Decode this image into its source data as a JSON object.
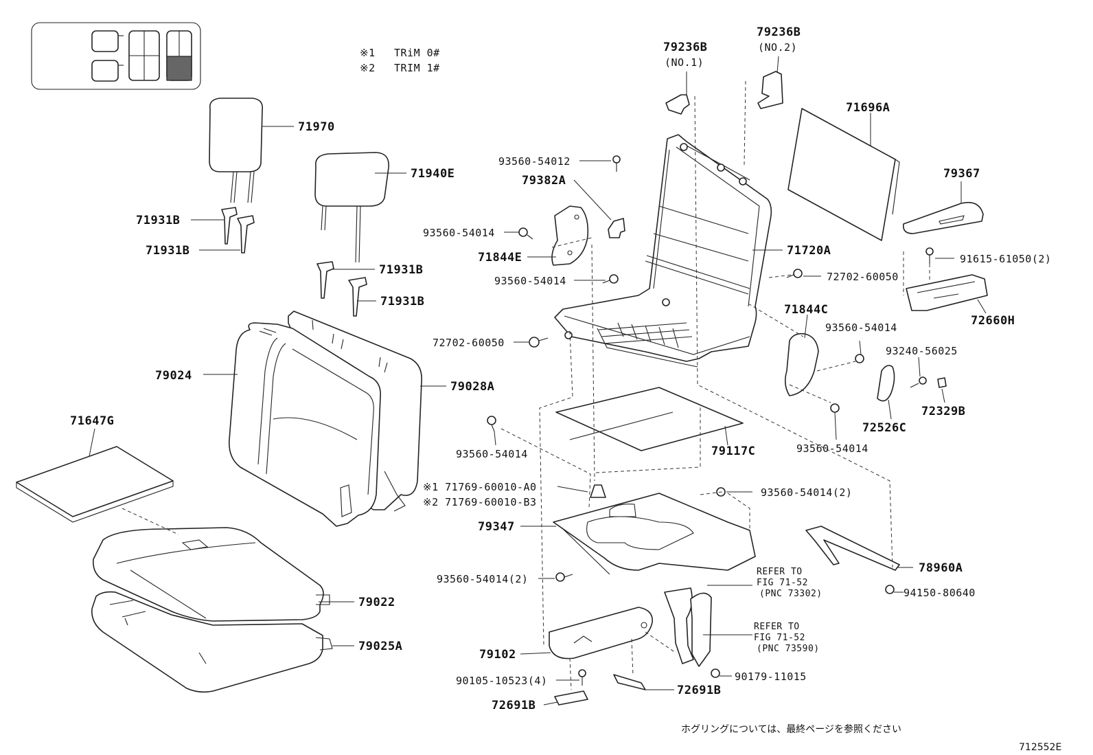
{
  "trim_notes": [
    {
      "mark": "※1",
      "text": "TRiM 0#"
    },
    {
      "mark": "※2",
      "text": "TRIM 1#"
    }
  ],
  "parts": {
    "headrest_a": "71970",
    "headrest_b": "71940E",
    "support_1": "71931B",
    "support_2": "71931B",
    "support_3": "71931B",
    "support_4": "71931B",
    "seatback_cover": "79024",
    "seatback_pad": "79028A",
    "pad_sheet": "71647G",
    "cushion_cover": "79022",
    "cushion_pad": "79025A",
    "screw_a": "93560-54012",
    "bracket": "79382A",
    "screw_b": "93560-54014",
    "cover_left": "71844E",
    "screw_c": "93560-54014",
    "bolt_a": "72702-60050",
    "screw_d": "93560-54014",
    "support_clip": "※1 71769-60010-A0",
    "support_clip_2": "※2 71769-60010-B3",
    "under_tray": "79347",
    "screw_e": "93560-54014(2)",
    "hinge_cover": "79102",
    "bolt_b": "90105-10523(4)",
    "plate_a": "72691B",
    "plate_b": "72691B",
    "cover_no1": "79236B",
    "cover_no1_sub": "(NO.1)",
    "cover_no2": "79236B",
    "cover_no2_sub": "(NO.2)",
    "board": "71696A",
    "trim_panel": "79367",
    "frame": "71720A",
    "bolt_c": "91615-61050(2)",
    "bolt_d": "72702-60050",
    "leg_cover": "72660H",
    "cover_right": "71844C",
    "screw_f": "93560-54014",
    "screw_g": "93240-56025",
    "knob": "72526C",
    "clip": "72329B",
    "screw_h": "93560-54014",
    "sheet": "79117C",
    "screw_i": "93560-54014(2)",
    "lever": "78960A",
    "nut_a": "94150-80640",
    "nut_b": "90179-11015"
  },
  "refer_1": {
    "l1": "REFER TO",
    "l2": "FIG 71-52",
    "l3": "(PNC 73302)"
  },
  "refer_2": {
    "l1": "REFER TO",
    "l2": "FIG 71-52",
    "l3": "(PNC 73590)"
  },
  "footer_note": "ホグリングについては、最終ページを参照ください",
  "figure_id": "712552E"
}
